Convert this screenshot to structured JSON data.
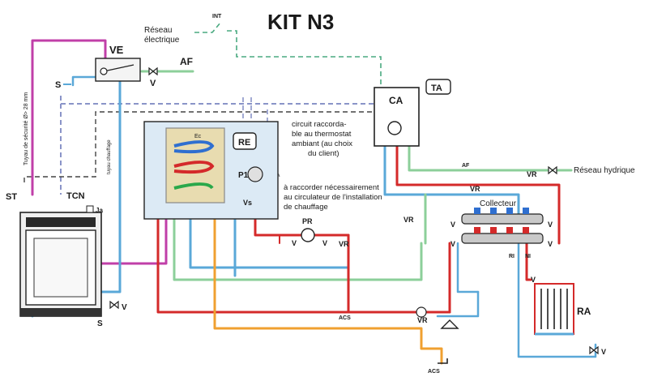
{
  "title": "KIT N3",
  "labels": {
    "ve": "VE",
    "af_top": "AF",
    "v_top": "V",
    "s_top": "S",
    "int": "INT",
    "reseau_electrique_1": "Réseau",
    "reseau_electrique_2": "électrique",
    "ca": "CA",
    "ta": "TA",
    "re": "RE",
    "p1": "P1",
    "vs": "Vs",
    "ec": "Ec",
    "st": "ST",
    "tcn": "TCN",
    "ja": "Ja",
    "tuyau_securite": "Tuyau de sécurité Ø> 28 mm",
    "tuyau_chauffage": "tuyau chauffage",
    "circuit_1": "circuit raccorda-",
    "circuit_2": "ble au thermostat",
    "circuit_3": "ambiant (au choix",
    "circuit_4": "du client)",
    "raccorder_1": "à raccorder nécessairement",
    "raccorder_2": "au circulateur de l'installation",
    "raccorder_3": "de chauffage",
    "pr": "PR",
    "v_pr_left": "V",
    "v_pr_right": "V",
    "vr_center": "VR",
    "vr_right_mid": "VR",
    "vr_ca": "VR",
    "vr_af": "VR",
    "vr_bottom": "VR",
    "af_right": "AF",
    "reseau_hydrique": "Réseau hydrique",
    "collecteur": "Collecteur",
    "v_coll_1": "V",
    "v_coll_2": "V",
    "v_coll_3": "V",
    "v_coll_4": "V",
    "ri": "RI",
    "ni": "NI",
    "v_ra_top": "V",
    "ra": "RA",
    "v_ra_bottom": "V",
    "acs_mid": "ACS",
    "acs_bottom": "ACS",
    "v_bottom_left": "V",
    "s_bottom": "S"
  },
  "colors": {
    "hot": "#d42a2a",
    "cold": "#5aa8d8",
    "return": "#8ccf9a",
    "safety": "#c03fa8",
    "orange": "#f0a030",
    "dashed_blue": "#8a94c8",
    "dashed_green": "#4aaa80",
    "box_fill": "#dceaf5",
    "tank": "#e8dcb0",
    "dark": "#222222"
  }
}
